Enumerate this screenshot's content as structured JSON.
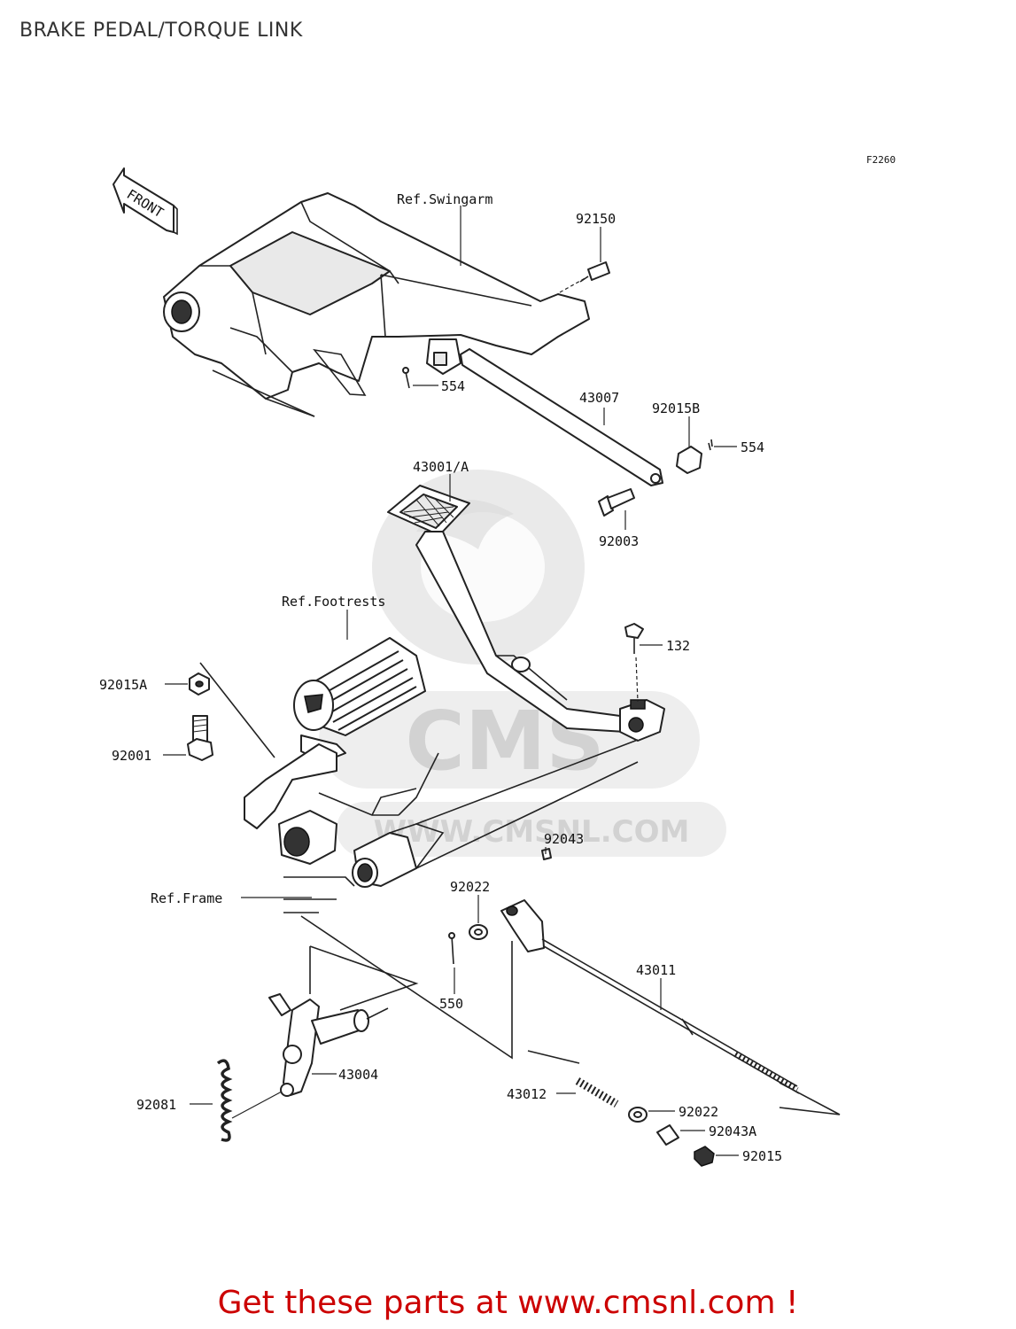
{
  "title": "BRAKE PEDAL/TORQUE LINK",
  "figure_code": "F2260",
  "front_arrow": "FRONT",
  "watermark": {
    "logo_text": "CMS",
    "url_text": "WWW.CMSNL.COM"
  },
  "references": {
    "swingarm": "Ref.Swingarm",
    "footrests": "Ref.Footrests",
    "frame": "Ref.Frame"
  },
  "callouts": {
    "p92150": "92150",
    "p554_top": "554",
    "p43007": "43007",
    "p92015B": "92015B",
    "p554_right": "554",
    "p43001A": "43001/A",
    "p92003": "92003",
    "p132": "132",
    "p92015A": "92015A",
    "p92001": "92001",
    "p92043": "92043",
    "p92022_top": "92022",
    "p550": "550",
    "p43011": "43011",
    "p43004": "43004",
    "p92081": "92081",
    "p43012": "43012",
    "p92022_bottom": "92022",
    "p92043A": "92043A",
    "p92015": "92015"
  },
  "footer": "Get these parts at www.cmsnl.com !"
}
